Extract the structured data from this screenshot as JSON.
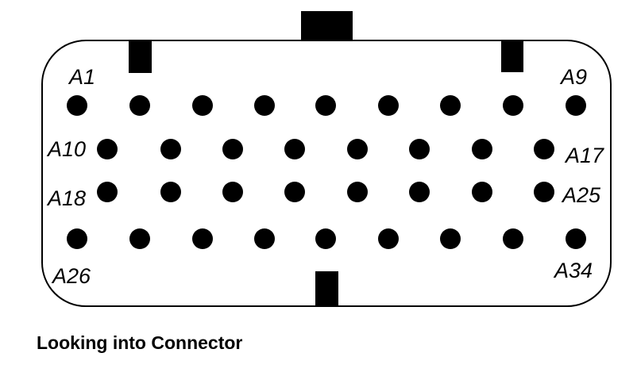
{
  "caption": "Looking into Connector",
  "labels": {
    "a1": "A1",
    "a9": "A9",
    "a10": "A10",
    "a17": "A17",
    "a18": "A18",
    "a25": "A25",
    "a26": "A26",
    "a34": "A34"
  },
  "colors": {
    "ink": "#000000",
    "background": "#ffffff"
  }
}
